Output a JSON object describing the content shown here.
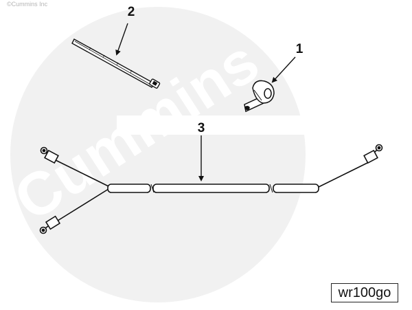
{
  "copyright": "©Cummins Inc",
  "watermark": "Cummins",
  "figure_id": "wr100go",
  "callouts": [
    {
      "number": "1",
      "part": "p-clamp"
    },
    {
      "number": "2",
      "part": "cable-tie"
    },
    {
      "number": "3",
      "part": "wiring-harness"
    }
  ],
  "colors": {
    "line": "#111111",
    "watermark": "#ececec"
  }
}
